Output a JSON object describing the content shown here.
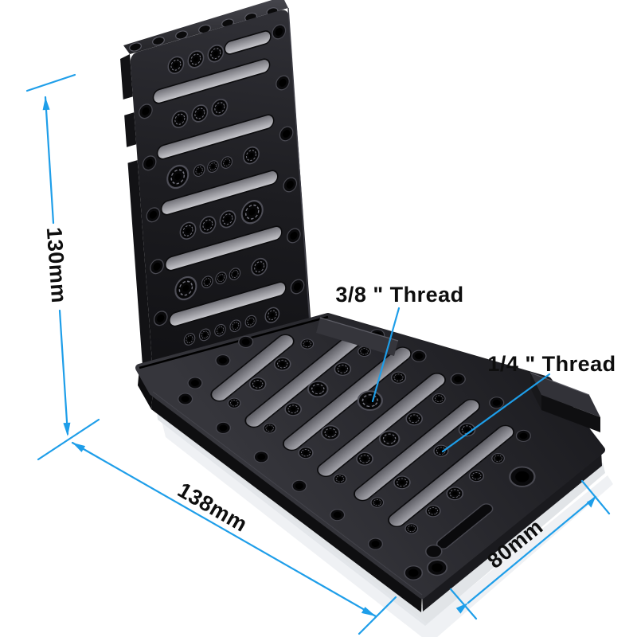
{
  "annotations": {
    "height_label": "130mm",
    "length_label": "138mm",
    "width_label": "80mm",
    "thread_38_label": "3/8 \" Thread",
    "thread_14_label": "1/4 \" Thread"
  },
  "colors": {
    "dimension_line": "#1e9ee9",
    "label_text": "#0e0e0e",
    "plate_dark": "#1b1b1f",
    "background": "#ffffff"
  }
}
